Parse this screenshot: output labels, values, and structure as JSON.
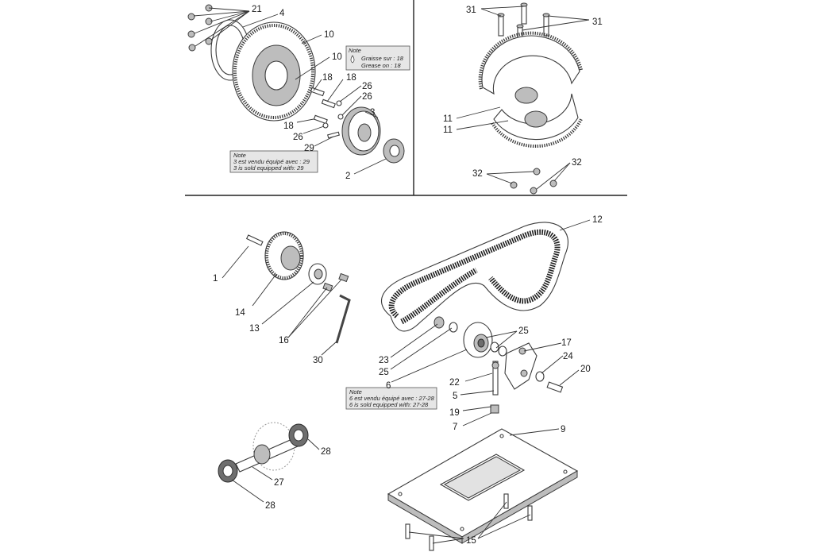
{
  "diagram": {
    "callouts": [
      "21",
      "4",
      "10",
      "10",
      "18",
      "18",
      "26",
      "26",
      "3",
      "18",
      "26",
      "29",
      "2",
      "31",
      "31",
      "11",
      "11",
      "32",
      "32",
      "12",
      "1",
      "14",
      "13",
      "16",
      "30",
      "25",
      "17",
      "24",
      "20",
      "23",
      "25",
      "6",
      "22",
      "5",
      "19",
      "7",
      "9",
      "28",
      "27",
      "28",
      "15"
    ],
    "notes": {
      "grease": {
        "title": "Note",
        "line1": "Graisse sur : 18",
        "line2": "Grease on : 18"
      },
      "part3": {
        "title": "Note",
        "line1": "3 est vendu équipé avec : 29",
        "line2": "3 is sold equipped with: 29"
      },
      "part6": {
        "title": "Note",
        "line1": "6 est vendu équipé avec : 27-28",
        "line2": "6 is sold equipped with: 27-28"
      }
    }
  }
}
